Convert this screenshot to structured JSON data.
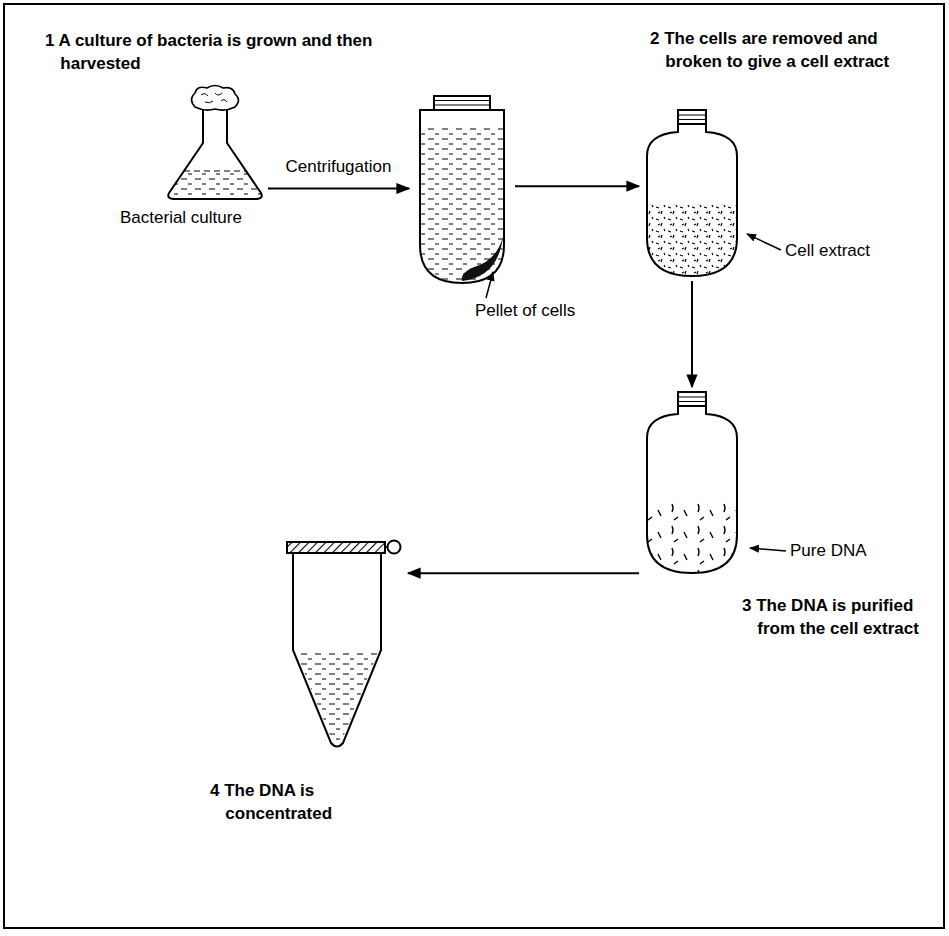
{
  "diagram": {
    "nodes": [
      {
        "text": [
          "1 A culture of bacteria is grown and then harvested",
          "Bacterial culture"
        ]
      },
      {
        "text": [
          "Pellet of cells"
        ]
      },
      {
        "text": [
          "2 The cells are removed and broken to give a cell extract",
          "Cell extract"
        ]
      },
      {
        "text": [
          "Pure DNA",
          "3 The DNA is purified from the cell extract"
        ]
      },
      {
        "text": [
          "4 The DNA is concentrated"
        ]
      }
    ],
    "edges": [
      {
        "from": 0,
        "to": 1,
        "arrow": "to",
        "label": "Centrifugation"
      },
      {
        "from": 1,
        "to": 2,
        "arrow": "to"
      },
      {
        "from": 2,
        "to": 3,
        "arrow": "to"
      },
      {
        "from": 3,
        "to": 4,
        "arrow": "to"
      }
    ]
  }
}
